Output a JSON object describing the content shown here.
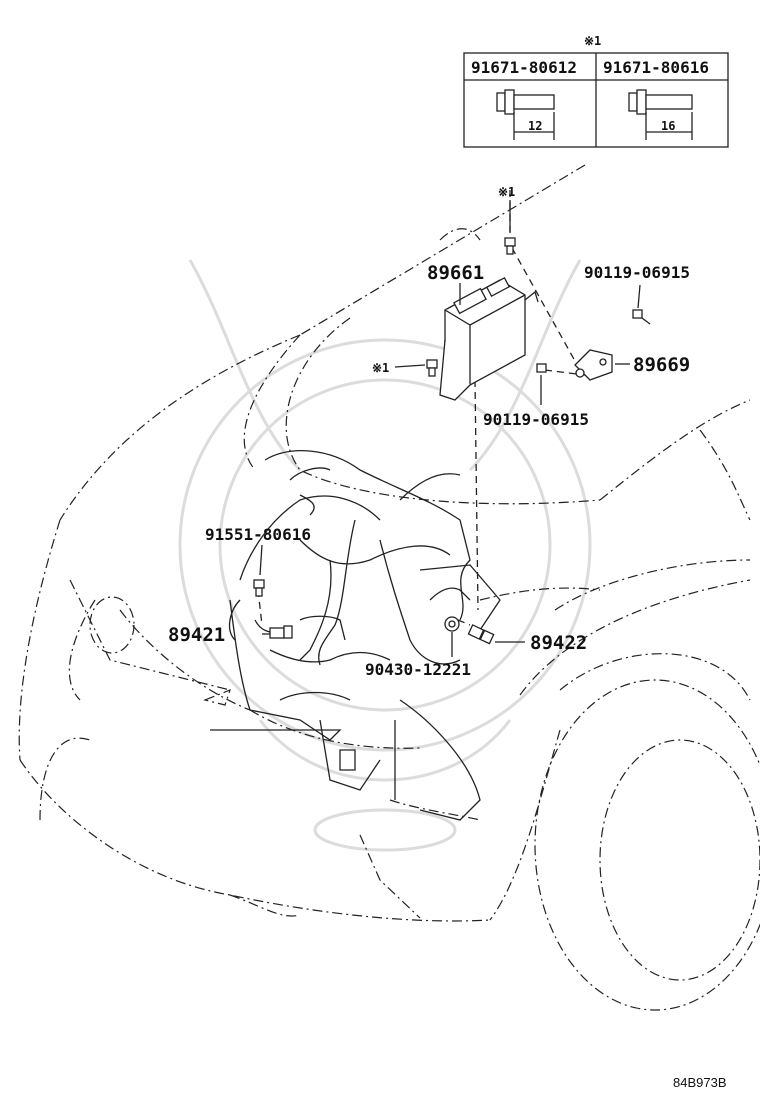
{
  "table": {
    "note_mark": "※1",
    "parts": [
      {
        "number": "91671-80612",
        "length": "12"
      },
      {
        "number": "91671-80616",
        "length": "16"
      }
    ]
  },
  "callouts": {
    "note_top": "※1",
    "note_left": "※1",
    "ecu": "89661",
    "bolt_right": "90119-06915",
    "bracket": "89669",
    "bolt_lower": "90119-06915",
    "bolt_engine": "91551-80616",
    "sensor_left": "89421",
    "sensor_right": "89422",
    "gasket": "90430-12221"
  },
  "footer": {
    "diagram_code": "84B973B"
  }
}
